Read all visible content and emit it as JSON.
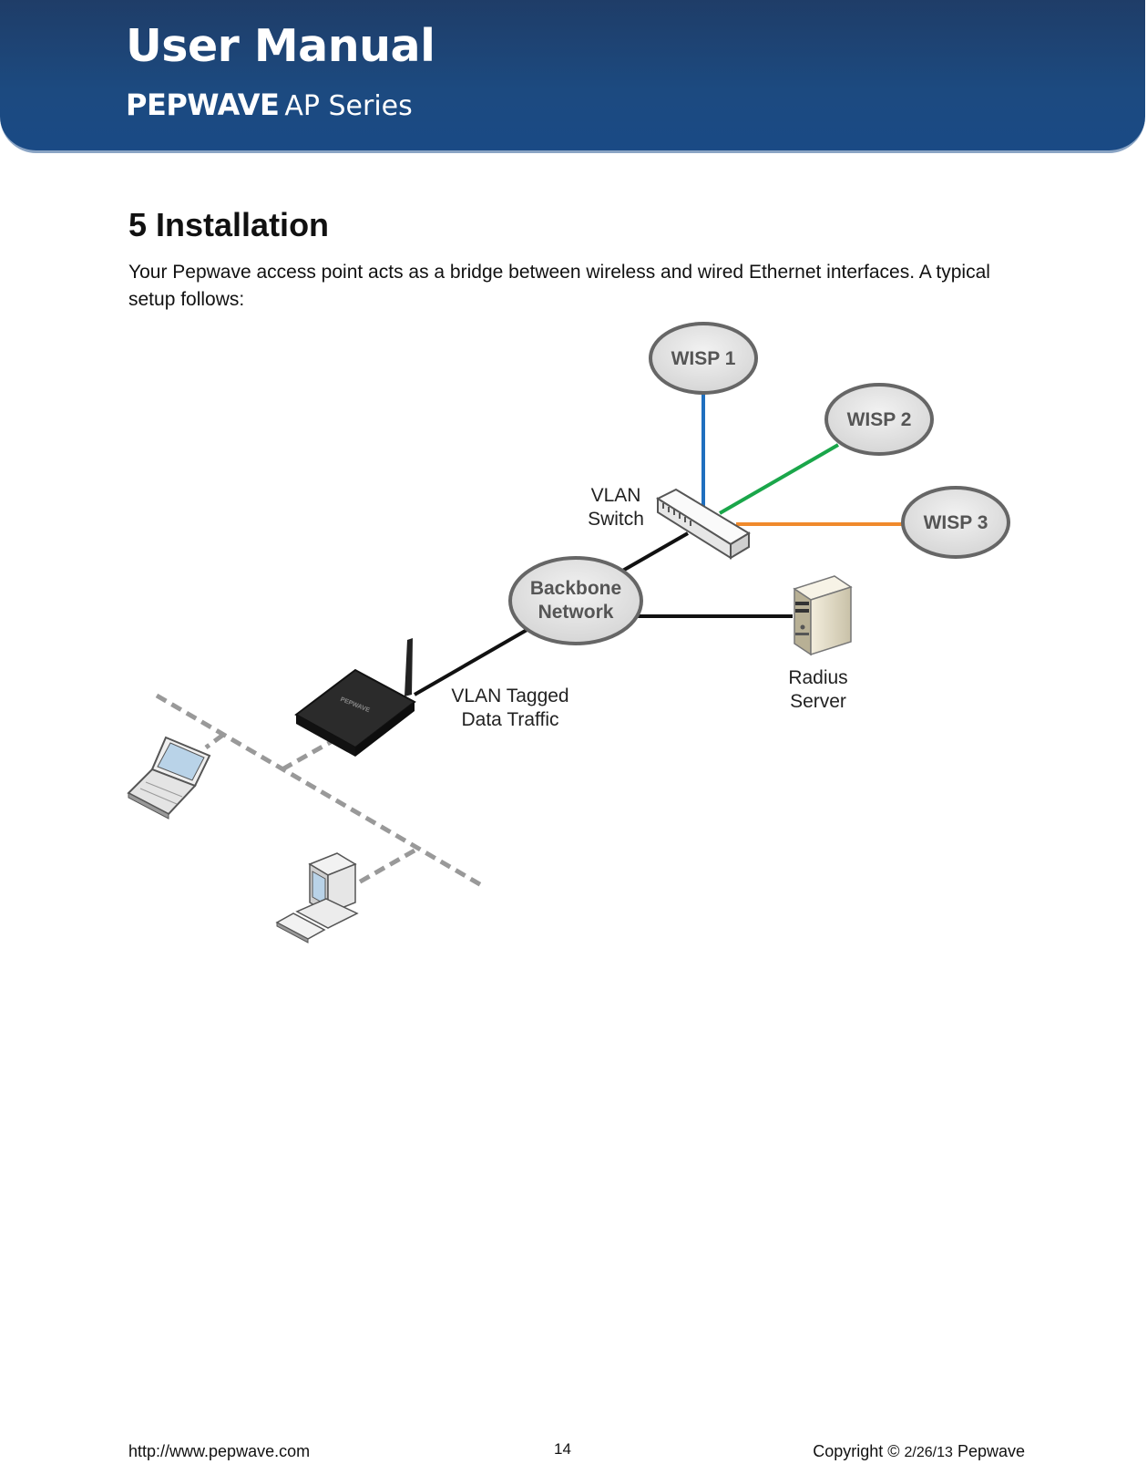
{
  "header": {
    "title": "User Manual",
    "brand": "PEPWAVE",
    "series": "AP Series"
  },
  "section": {
    "title": "5 Installation",
    "intro": "Your Pepwave access point acts as a bridge between wireless and wired Ethernet interfaces. A typical setup follows:"
  },
  "diagram": {
    "wisp1": "WISP 1",
    "wisp2": "WISP 2",
    "wisp3": "WISP 3",
    "vlan_switch_line1": "VLAN",
    "vlan_switch_line2": "Switch",
    "backbone_line1": "Backbone",
    "backbone_line2": "Network",
    "radius_line1": "Radius",
    "radius_line2": "Server",
    "vlan_tagged_line1": "VLAN Tagged",
    "vlan_tagged_line2": "Data Traffic",
    "device_brand": "PEPWAVE",
    "colors": {
      "wisp1_link": "#1f6fbf",
      "wisp2_link": "#1aa64a",
      "wisp3_link": "#f08a2c",
      "wired_link": "#111111",
      "wireless_link": "#999999"
    }
  },
  "footer": {
    "url": "http://www.pepwave.com",
    "page": "14",
    "copyright_prefix": "Copyright ©",
    "date": "2/26/13",
    "copyright_suffix": "Pepwave"
  }
}
